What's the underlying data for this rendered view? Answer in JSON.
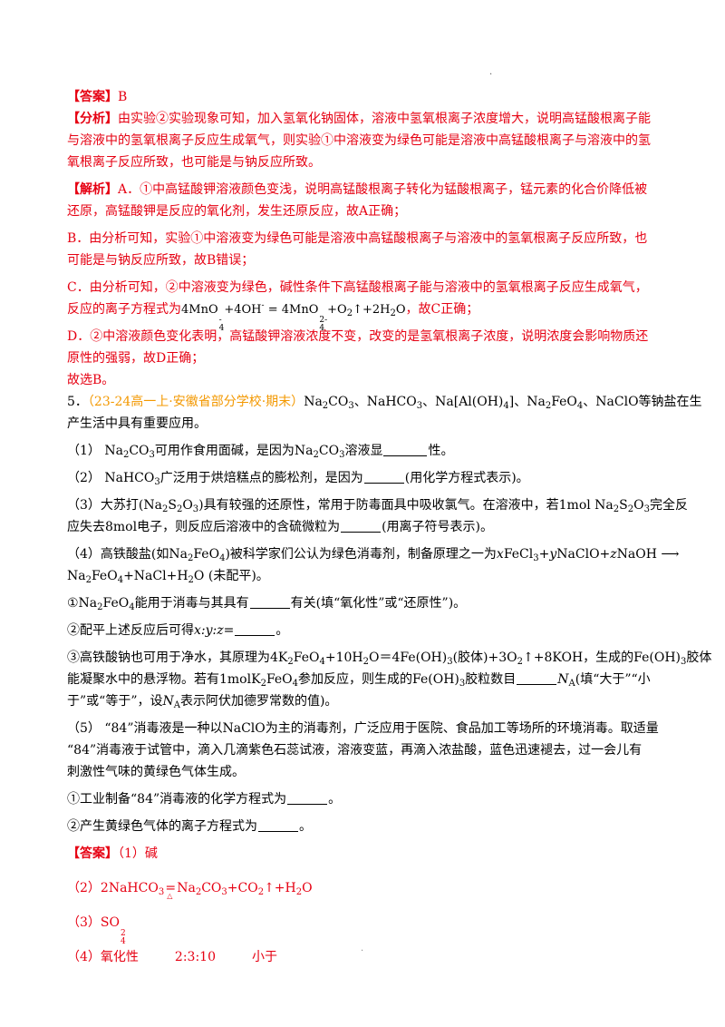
{
  "answer_label": "【答案】",
  "analysis_label": "【分析】",
  "explain_label": "【解析】",
  "q4": {
    "answer": "B",
    "analysis": [
      "由实验②实验现象可知，加入氢氧化钠固体，溶液中氢氧根离子浓度增大，说明高锰酸根离子能",
      "与溶液中的氢氧根离子反应生成氧气，则实验①中溶液变为绿色可能是溶液中高锰酸根离子与溶液中的氢",
      "氧根离子反应所致，也可能是与钠反应所致。"
    ],
    "explain_a": [
      "A．①中高锰酸钾溶液颜色变浅，说明高锰酸根离子转化为锰酸根离子，锰元素的化合价降低被",
      "还原，高锰酸钾是反应的氧化剂，发生还原反应，故A正确；"
    ],
    "explain_b": [
      "B．由分析可知，实验①中溶液变为绿色可能是溶液中高锰酸根离子与溶液中的氢氧根离子反应所致，也",
      "可能是与钠反应所致，故B错误；"
    ],
    "explain_c1": "C．由分析可知，②中溶液变为绿色，碱性条件下高锰酸根离子能与溶液中的氢氧根离子反应生成氧气，",
    "explain_c2_pre": "反应的离子方程式为",
    "explain_c2_post": "，故C正确；",
    "explain_d": [
      "D．②中溶液颜色变化表明，高锰酸钾溶液浓度不变，改变的是氢氧根离子浓度，说明浓度会影响物质还",
      "原性的强弱，故D正确；"
    ],
    "conclusion": "故选B。"
  },
  "q5": {
    "number": "5．",
    "source": "（23-24高一上·安徽省部分学校·期末）",
    "stem2": "产生活中具有重要应用。",
    "p1_pre": "（1）  Na",
    "p2_pre": "（2）  NaHCO",
    "p2_mid": "广泛用于烘焙糕点的膨松剂，是因为",
    "p2_post": "(用化学方程式表示)。",
    "p3_line2_pre": "应失去8mol电子，则反应后溶液中的含硫微粒为",
    "p3_line2_post": "(用离子符号表示)。",
    "p4_line2_tail": "(未配平)。",
    "p4_i_mid": "能用于消毒与其具有",
    "p4_i_post": "有关(填“氧化性”或“还原性”)。",
    "p4_ii_pre": "②配平上述反应后可得",
    "p4_ii_ratio": "x:y:z",
    "p4_iii_line2_pre": "能凝聚水中的悬浮物。若有",
    "p4_iii_line3": "于”或“等于”，设",
    "p4_iii_line3_post": "表示阿伏加德罗常数的值)。",
    "p5_line1": "（5）  “84”消毒液是一种以NaClO为主的消毒剂，广泛应用于医院、食品加工等场所的环境消毒。取适量",
    "p5_line2": "“84”消毒液于试管中，滴入几滴紫色石蕊试液，溶液变蓝，再滴入浓盐酸，蓝色迅速褪去，过一会儿有",
    "p5_line3": "刺激性气味的黄绿色气体生成。",
    "p5_i": "①工业制备“84”消毒液的化学方程式为",
    "p5_ii": "②产生黄绿色气体的离子方程式为",
    "ans1": "（1）碱",
    "ans2_pre": "（2）",
    "ans3_pre": "（3）SO",
    "ans4_a": "（4）氧化性",
    "ans4_b": "2:3:10",
    "ans4_c": "小于"
  },
  "colors": {
    "red": "#e60012",
    "orange": "#f39800"
  }
}
